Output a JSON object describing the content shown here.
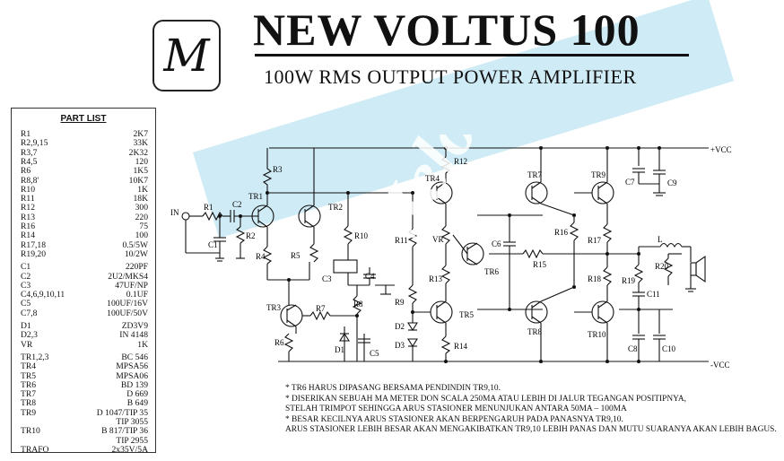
{
  "header": {
    "logo": "M",
    "title": "NEW VOLTUS 100",
    "subtitle": "100W RMS OUTPUT POWER AMPLIFIER",
    "watermark": "Melody",
    "accent_color": "#bfe4f2"
  },
  "part_list": {
    "title": "PART LIST",
    "rows": [
      {
        "name": "R1",
        "value": "2K7"
      },
      {
        "name": "R2,9,15",
        "value": "33K"
      },
      {
        "name": "R3,7",
        "value": "2K32"
      },
      {
        "name": "R4,5",
        "value": "120"
      },
      {
        "name": "R6",
        "value": "1K5"
      },
      {
        "name": "R8,8'",
        "value": "10K7"
      },
      {
        "name": "R10",
        "value": "1K"
      },
      {
        "name": "R11",
        "value": "18K"
      },
      {
        "name": "R12",
        "value": "300"
      },
      {
        "name": "R13",
        "value": "220"
      },
      {
        "name": "R16",
        "value": "75"
      },
      {
        "name": "R14",
        "value": "100"
      },
      {
        "name": "R17,18",
        "value": "0.5/5W"
      },
      {
        "name": "R19,20",
        "value": "10/2W"
      },
      {
        "name": "C1",
        "value": "220PF"
      },
      {
        "name": "C2",
        "value": "2U2/MKS4"
      },
      {
        "name": "C3",
        "value": "47UF/NP"
      },
      {
        "name": "C4,6,9,10,11",
        "value": "0.1UF"
      },
      {
        "name": "C5",
        "value": "100UF/16V"
      },
      {
        "name": "C7,8",
        "value": "100UF/50V"
      },
      {
        "name": "D1",
        "value": "ZD3V9"
      },
      {
        "name": "D2,3",
        "value": "IN 4148"
      },
      {
        "name": "VR",
        "value": "1K"
      },
      {
        "name": "TR1,2,3",
        "value": "BC 546"
      },
      {
        "name": "TR4",
        "value": "MPSA56"
      },
      {
        "name": "TR5",
        "value": "MPSA06"
      },
      {
        "name": "TR6",
        "value": "BD 139"
      },
      {
        "name": "TR7",
        "value": "D 669"
      },
      {
        "name": "TR8",
        "value": "B 649"
      },
      {
        "name": "TR9",
        "value": "D 1047/TIP 35"
      },
      {
        "name": "",
        "value": "TIP 3055"
      },
      {
        "name": "TR10",
        "value": "B 817/TIP 36"
      },
      {
        "name": "",
        "value": "TIP 2955"
      },
      {
        "name": "TRAFO",
        "value": "2x35V/5A"
      }
    ]
  },
  "schematic": {
    "rails": {
      "positive": "+VCC",
      "negative": "-VCC"
    },
    "labels": {
      "in": "IN",
      "r1": "R1",
      "r2": "R2",
      "r3": "R3",
      "r4": "R4",
      "r5": "R5",
      "r6": "R6",
      "r7": "R7",
      "r8": "R8",
      "r9": "R9",
      "r10": "R10",
      "r11": "R11",
      "r12": "R12",
      "r13": "R13",
      "r14": "R14",
      "r15": "R15",
      "r16": "R16",
      "r17": "R17",
      "r18": "R18",
      "r19": "R19",
      "r20": "R20",
      "c1": "C1",
      "c2": "C2",
      "c3": "C3",
      "c4": "C4",
      "c5": "C5",
      "c6": "C6",
      "c7": "C7",
      "c8": "C8",
      "c9": "C9",
      "c10": "C10",
      "c11": "C11",
      "tr1": "TR1",
      "tr2": "TR2",
      "tr3": "TR3",
      "tr4": "TR4",
      "tr5": "TR5",
      "tr6": "TR6",
      "tr7": "TR7",
      "tr8": "TR8",
      "tr9": "TR9",
      "tr10": "TR10",
      "d1": "D1",
      "d2": "D2",
      "d3": "D3",
      "vr": "VR",
      "l": "L"
    }
  },
  "notes": [
    "* TR6 HARUS DIPASANG BERSAMA PENDINDIN TR9,10.",
    "* DISERIKAN SEBUAH MA METER DON SCALA 250MA ATAU LEBIH DI JALUR TEGANGAN POSITIPNYA,",
    "   STELAH TRIMPOT SEHINGGA ARUS STASIONER MENUNJUKAN ANTARA 50MA – 100MA",
    "* BESAR KECILNYA ARUS STASIONER AKAN BERPENGARUH PADA PANASNYA TR9,10.",
    "   ARUS STASIONER LEBIH BESAR AKAN MENGAKIBATKAN TR9,10 LEBIH PANAS DAN MUTU SUARANYA AKAN LEBIH BAGUS."
  ]
}
